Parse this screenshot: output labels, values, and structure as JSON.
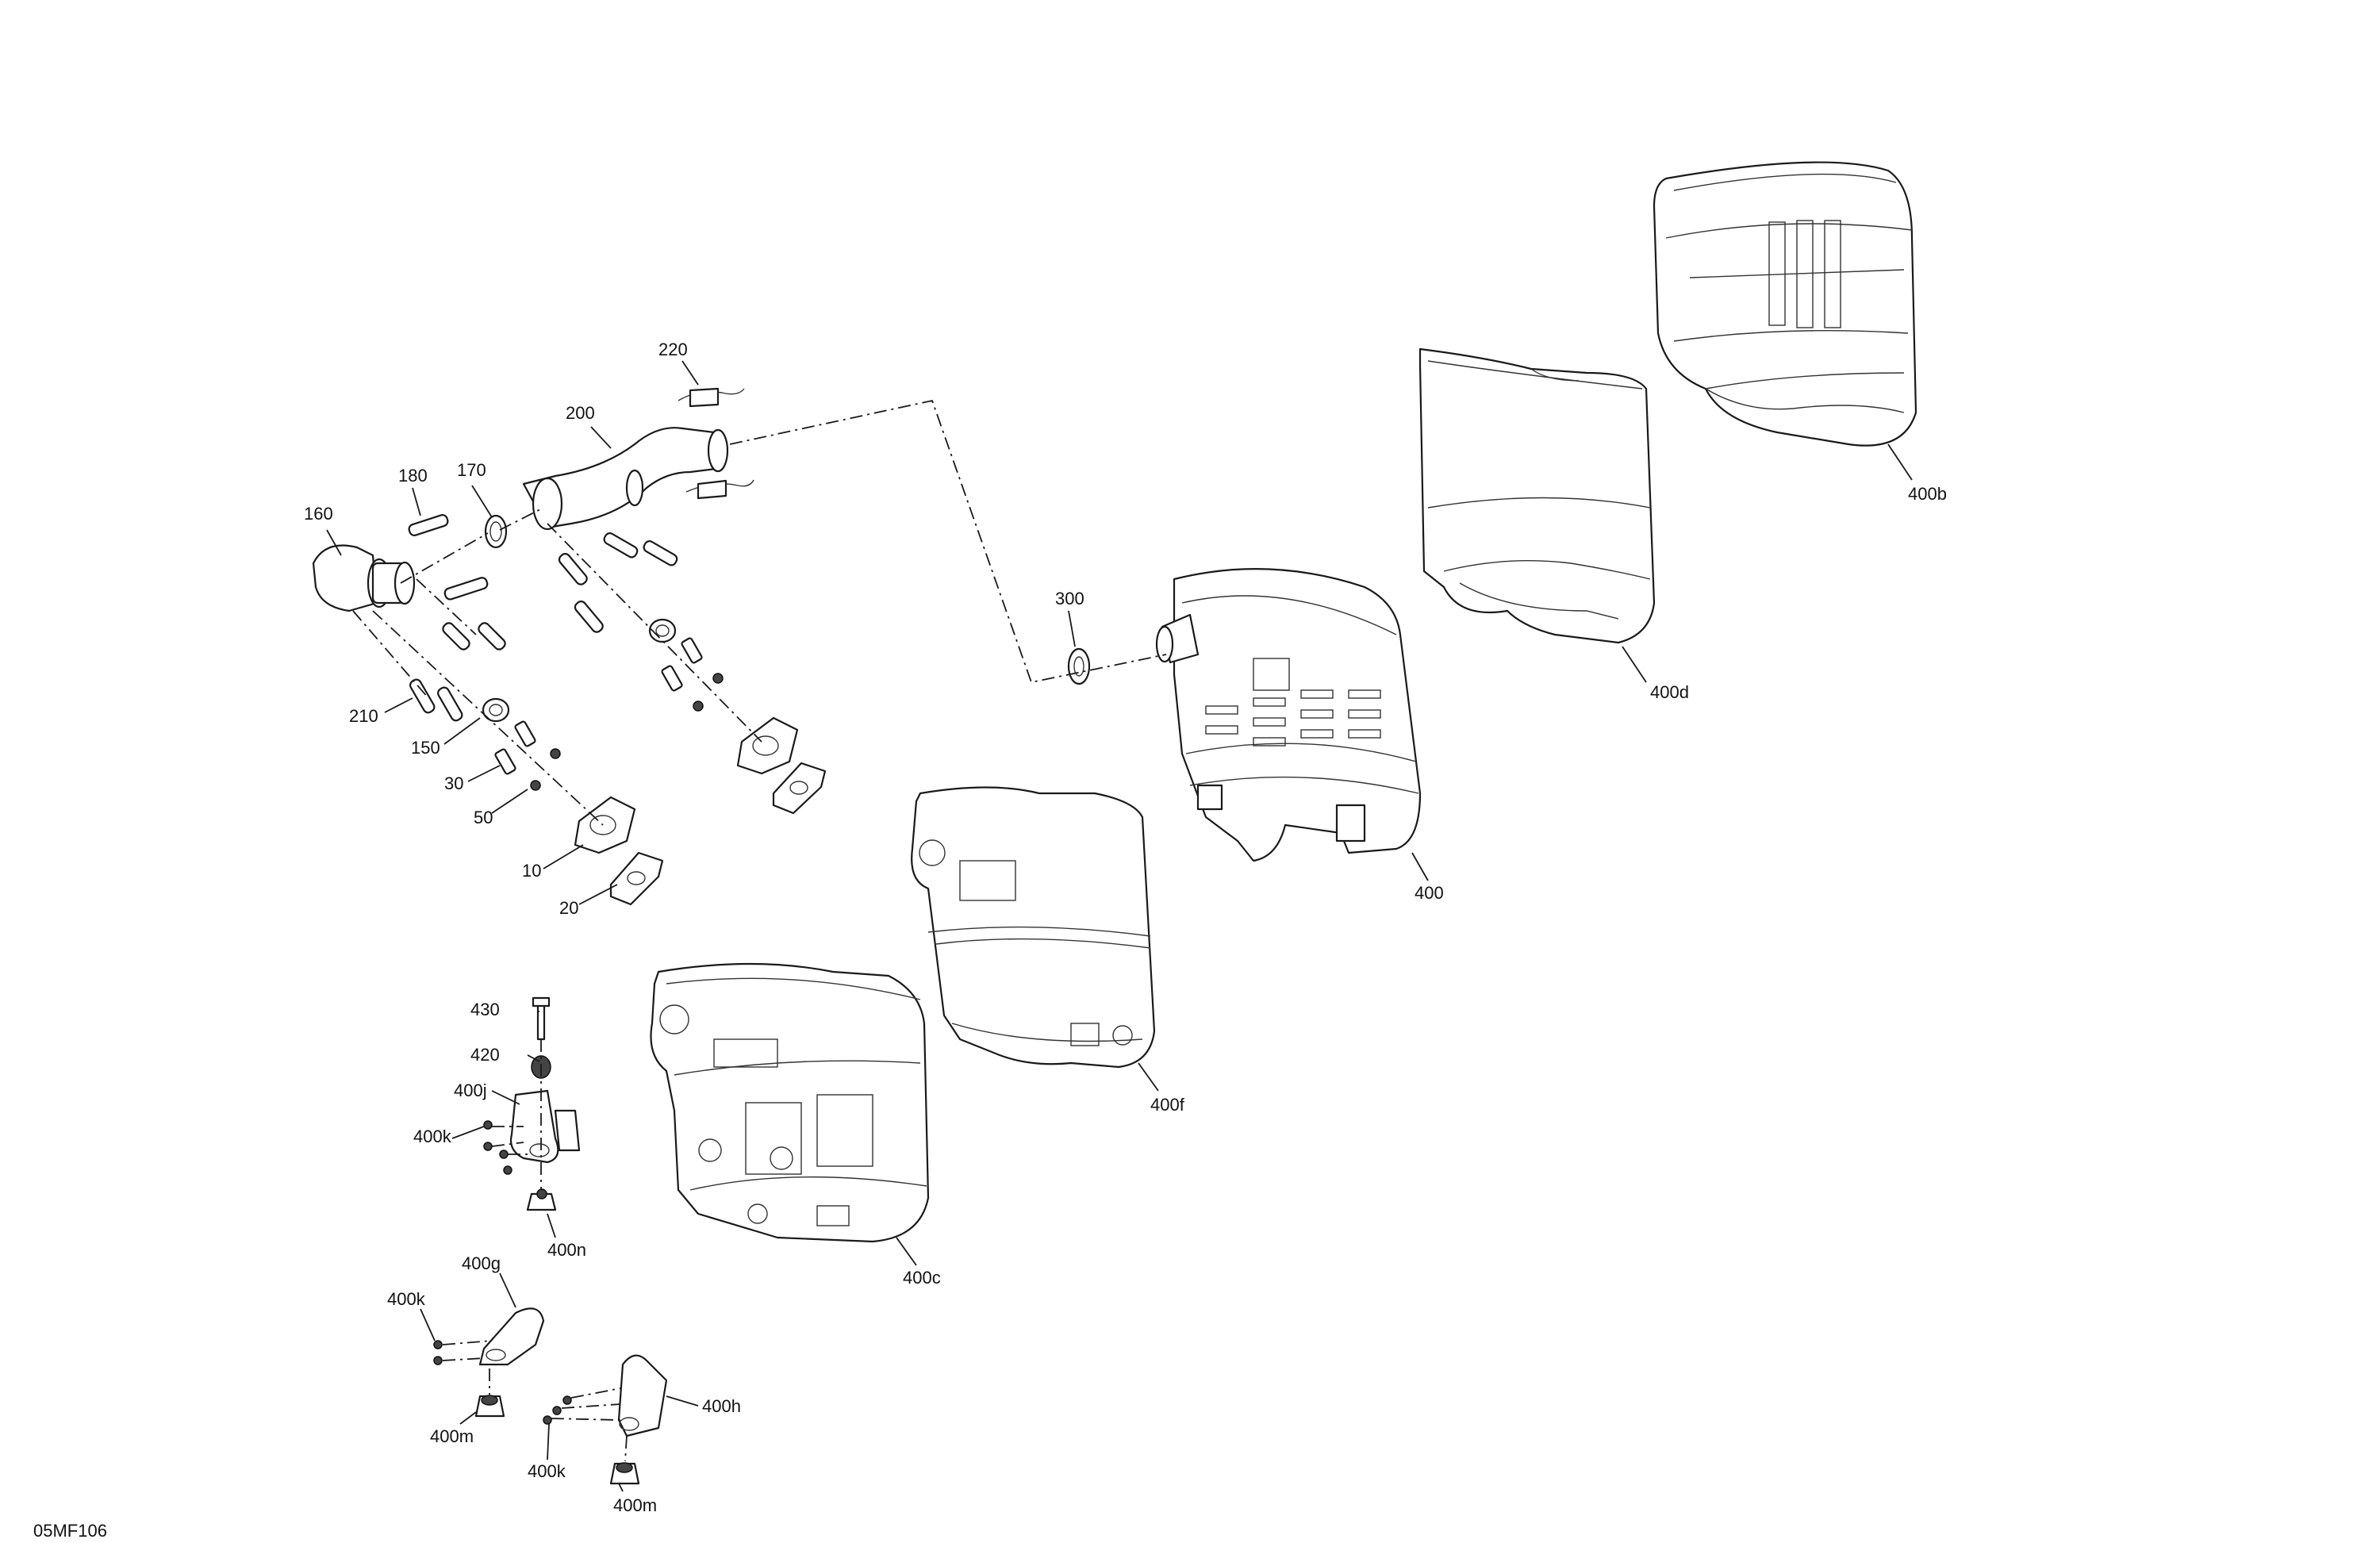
{
  "figure": {
    "code": "05MF106"
  },
  "callouts": {
    "c10": "10",
    "c20": "20",
    "c30": "30",
    "c50": "50",
    "c150": "150",
    "c160": "160",
    "c170": "170",
    "c180": "180",
    "c200": "200",
    "c210": "210",
    "c220": "220",
    "c300": "300",
    "c400": "400",
    "c400b": "400b",
    "c400c": "400c",
    "c400d": "400d",
    "c400f": "400f",
    "c400g": "400g",
    "c400h": "400h",
    "c400j": "400j",
    "c400k_1": "400k",
    "c400k_2": "400k",
    "c400k_3": "400k",
    "c400m_1": "400m",
    "c400m_2": "400m",
    "c400n": "400n",
    "c420": "420",
    "c430": "430"
  }
}
